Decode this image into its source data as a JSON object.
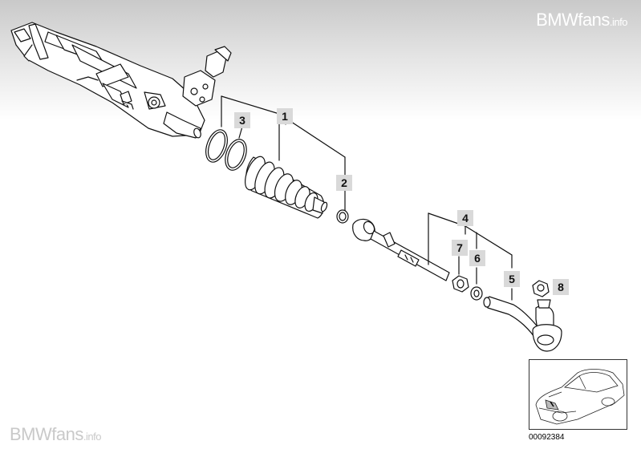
{
  "watermark": {
    "top_brand": "BMWfans",
    "top_tld": ".info",
    "bottom_brand": "BMWfans",
    "bottom_tld": ".info"
  },
  "callouts": {
    "c1": "1",
    "c2": "2",
    "c3": "3",
    "c4": "4",
    "c5": "5",
    "c6": "6",
    "c7": "7",
    "c8": "8"
  },
  "thumbnail": {
    "number": "00092384",
    "icon": "car-outline-icon"
  },
  "colors": {
    "label_bg": "#d9d9d9",
    "line": "#111111",
    "header_gradient_top": "#c9c9c9"
  }
}
